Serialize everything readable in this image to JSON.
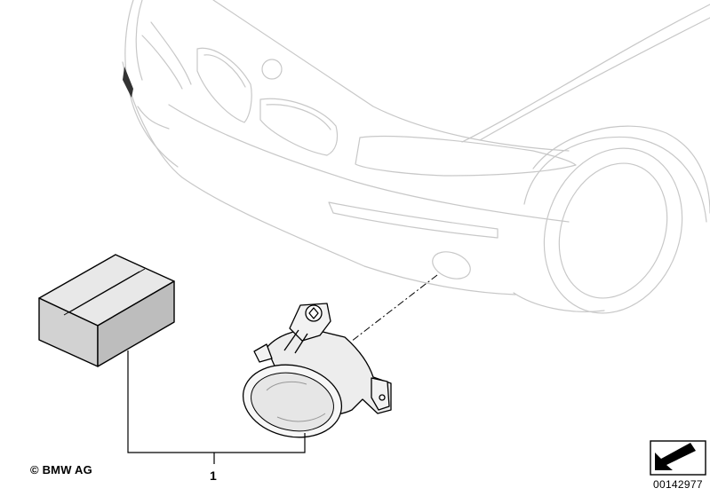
{
  "labels": {
    "copyright": "© BMW AG",
    "part_callout": "1",
    "document_number": "00142977"
  },
  "icons": {
    "navigation": "arrow-down-left-icon"
  },
  "colors": {
    "car_outline": "#c8c8c8",
    "part_outline": "#000000",
    "box_fill": "#dcdcdc",
    "lens_fill": "#e6e6e6"
  }
}
